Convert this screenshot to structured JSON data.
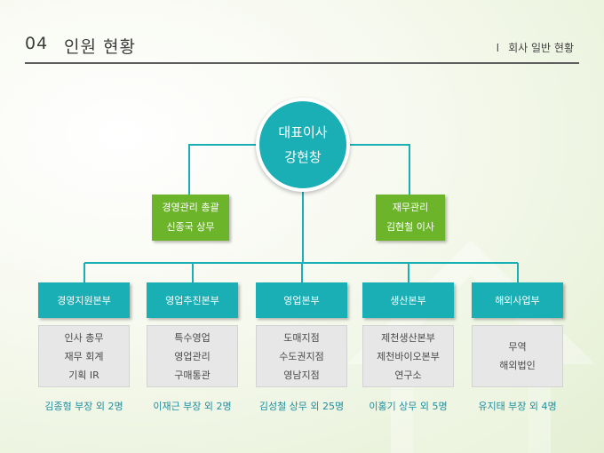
{
  "header": {
    "number": "04",
    "title": "인원 현황",
    "section_marker": "I",
    "section": "회사 일반 현황"
  },
  "colors": {
    "teal": "#1aaeb5",
    "green": "#6cb52a",
    "staff_text": "#1f8ea0",
    "sub_box": "#e7e7e7"
  },
  "ceo": {
    "title": "대표이사",
    "name": "강현창"
  },
  "executives": [
    {
      "title": "경영관리 총괄",
      "name": "신종국 상무"
    },
    {
      "title": "재무관리",
      "name": "김현철 이사"
    }
  ],
  "departments": [
    {
      "name": "경영지원본부",
      "subunits": [
        "인사 총무",
        "재무 회계",
        "기획 IR"
      ],
      "staff": "김종형 부장 외 2명"
    },
    {
      "name": "영업추진본부",
      "subunits": [
        "특수영업",
        "영업관리",
        "구매통관"
      ],
      "staff": "이재근 부장 외 2명"
    },
    {
      "name": "영업본부",
      "subunits": [
        "도매지점",
        "수도권지점",
        "영남지점"
      ],
      "staff": "김성철 상무 외 25명"
    },
    {
      "name": "생산본부",
      "subunits": [
        "제천생산본부",
        "제천바이오본부",
        "연구소"
      ],
      "staff": "이홍기 상무 외 5명"
    },
    {
      "name": "해외사업부",
      "subunits": [
        "무역",
        "해외법인"
      ],
      "staff": "유지태 부장 외 4명"
    }
  ]
}
